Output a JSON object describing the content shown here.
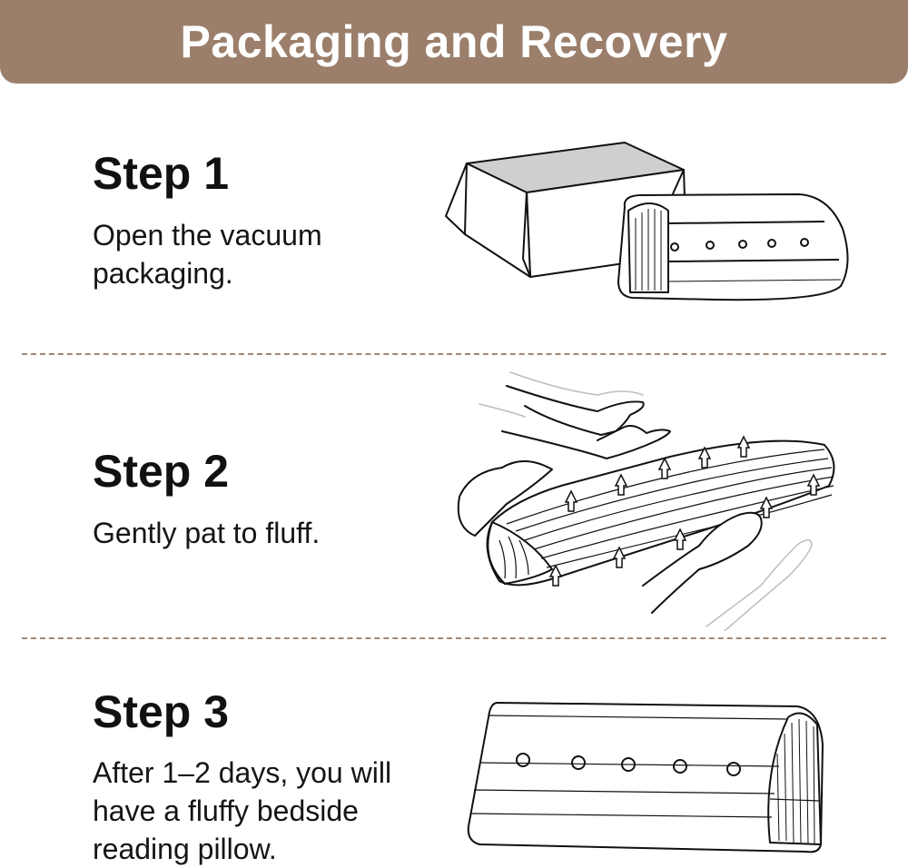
{
  "header": {
    "title": "Packaging and Recovery"
  },
  "steps": [
    {
      "title": "Step 1",
      "text": "Open the vacuum packaging."
    },
    {
      "title": "Step 2",
      "text": "Gently pat to fluff."
    },
    {
      "title": "Step 3",
      "text": "After 1–2 days, you will have a fluffy bedside reading pillow."
    }
  ],
  "colors": {
    "banner": "#9b7f6b",
    "divider": "#a08878",
    "text": "#111111"
  },
  "illustrations": [
    "vacuum-box-and-pillow-illustration",
    "hands-patting-pillow-illustration",
    "fluffed-pillow-illustration"
  ]
}
